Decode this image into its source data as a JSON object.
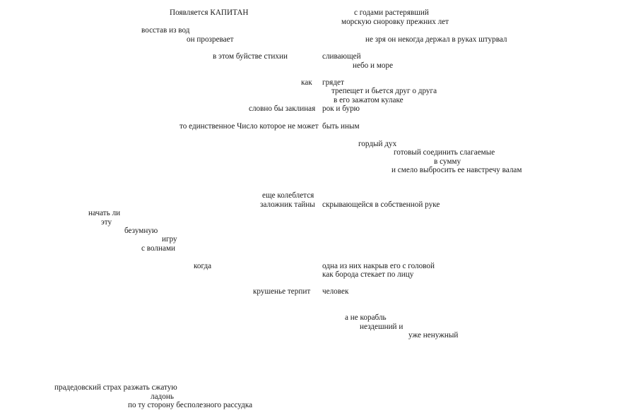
{
  "lines": [
    "Появляется КАПИТАН",
    "с годами растерявший",
    "морскую сноровку прежних лет",
    "восстав из вод",
    "он прозревает",
    "не зря он некогда держал в руках штурвал",
    "в этом буйстве стихии",
    "сливающей",
    "небо и море",
    "как",
    "грядет",
    "трепещет и бьется друг о друга",
    "в его зажатом кулаке",
    "словно бы заклиная",
    "рок и бурю",
    "то единственное Число которое не может",
    "быть иным",
    "гордый дух",
    "готовый соединить слагаемые",
    "в сумму",
    "и смело выбросить ее навстречу валам",
    "еще колеблется",
    "заложник тайны",
    "скрывающейся в собственной руке",
    "начать ли",
    "эту",
    "безумную",
    "игру",
    "с волнами",
    "когда",
    "одна из них накрыв его с головой",
    "как борода стекает по лицу",
    "крушенье терпит",
    "человек",
    "а не корабль",
    "нездешний и",
    "уже ненужный",
    "прадедовский страх разжать сжатую",
    "ладонь",
    "по ту сторону бесполезного рассудка"
  ]
}
